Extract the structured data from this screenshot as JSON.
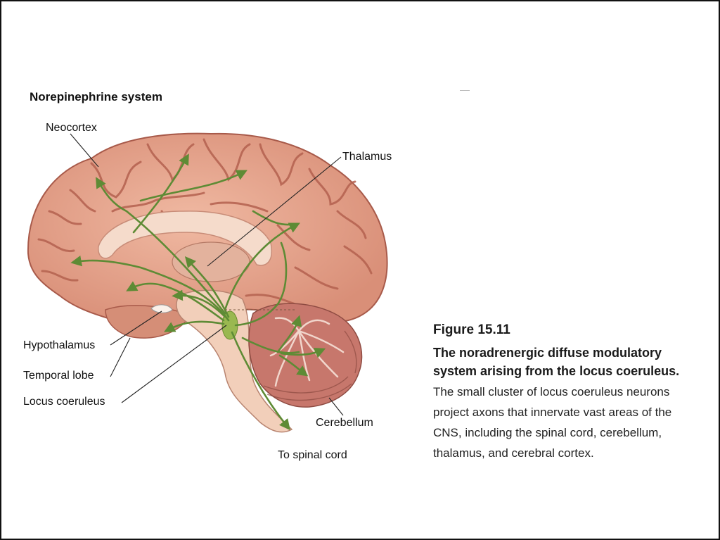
{
  "diagram": {
    "title": "Norepinephrine system",
    "labels": {
      "neocortex": "Neocortex",
      "thalamus": "Thalamus",
      "hypothalamus": "Hypothalamus",
      "temporal_lobe": "Temporal lobe",
      "locus_coeruleus": "Locus coeruleus",
      "cerebellum": "Cerebellum",
      "spinal_cord": "To spinal cord"
    }
  },
  "caption": {
    "figure_number": "Figure 15.11",
    "bold_title": "The noradrenergic diffuse modulatory system arising from the locus coeruleus.",
    "body": "The small cluster of locus coeruleus neurons project axons that innervate vast areas of the CNS, including the spinal cord, cerebellum, thalamus, and cerebral cortex."
  },
  "colors": {
    "cortex": "#e7a58e",
    "sulci": "#b9695a",
    "corpus_callosum": "#f4d8c8",
    "brainstem": "#f1cdb7",
    "cerebellum": "#c2736a",
    "pathway": "#5e8b35"
  }
}
